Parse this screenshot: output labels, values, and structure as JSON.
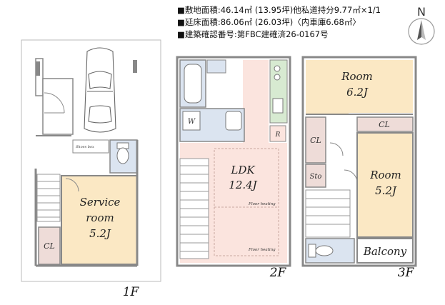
{
  "info": {
    "line1": "■敷地面積:46.14㎡ (13.95坪)他私道持分9.77㎡×1/1",
    "line2": "■延床面積:86.06㎡ (26.03坪)〈内車庫6.68㎡〉",
    "line3": "■建築確認番号:第FBC建確済26-0167号"
  },
  "compass": {
    "north": "N"
  },
  "floors": {
    "f1": {
      "label": "1F",
      "service_room": {
        "line1": "Service",
        "line2": "room",
        "line3": "5.2J"
      },
      "cl": "CL",
      "shoes_box": "Shoes box"
    },
    "f2": {
      "label": "2F",
      "ldk": {
        "name": "LDK",
        "size": "12.4J"
      },
      "floor_heating_1": "Floor heating",
      "floor_heating_2": "Floor heating",
      "w": "W",
      "r": "R"
    },
    "f3": {
      "label": "3F",
      "room1": {
        "name": "Room",
        "size": "6.2J"
      },
      "room2": {
        "name": "Room",
        "size": "5.2J"
      },
      "cl_left": "CL",
      "cl_top": "CL",
      "sto": "Sto",
      "balcony": "Balcony"
    }
  },
  "colors": {
    "wall": "#888888",
    "room_yellow": "#fbe8c4",
    "ldk_pink": "#fbe4de",
    "cl_pink": "#eedcd8",
    "bath_blue": "#dbe4f0",
    "kitchen_green": "#d7ead1",
    "floor_gray": "#f2f2f2"
  }
}
